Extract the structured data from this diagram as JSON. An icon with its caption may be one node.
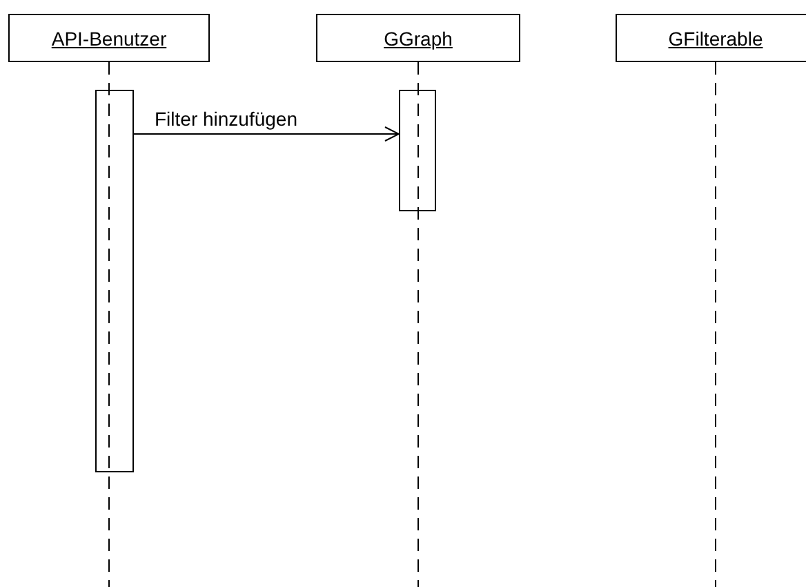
{
  "diagram": {
    "nodes": [
      {
        "text": [
          "API-Benutzer"
        ]
      },
      {
        "text": [
          "GGraph"
        ]
      },
      {
        "text": [
          "GFilterable"
        ]
      },
      {
        "text": [],
        "shape": "box"
      },
      {
        "text": [],
        "shape": "box"
      }
    ],
    "edges": [
      {
        "from": 3,
        "to": 4,
        "arrow": "to",
        "label": "Filter hinzufügen"
      }
    ]
  }
}
